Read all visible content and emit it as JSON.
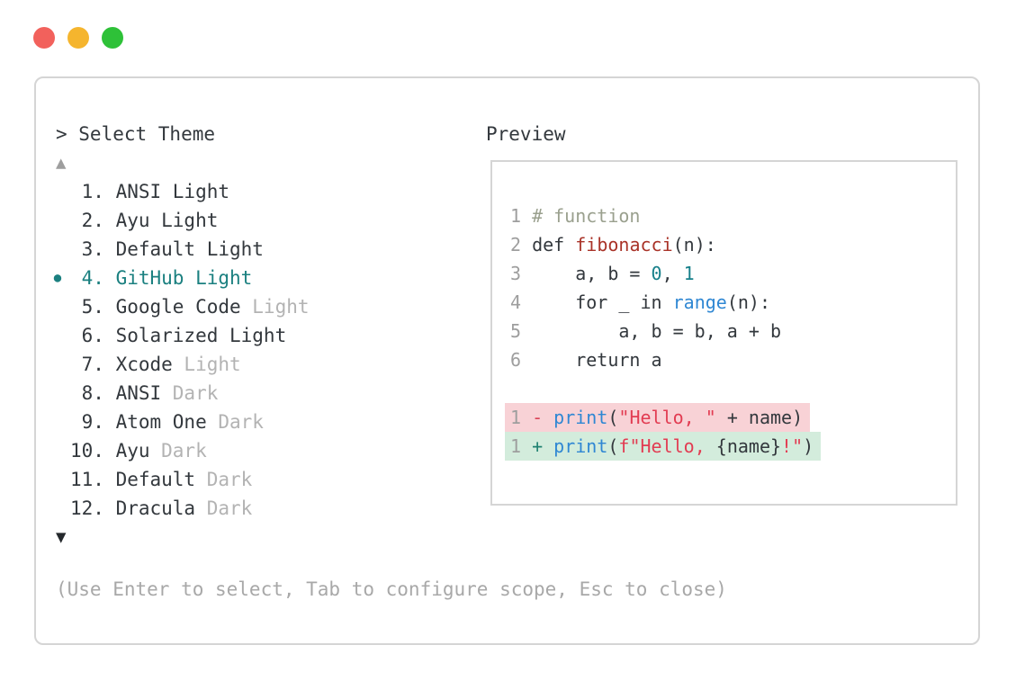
{
  "window": {
    "controls": [
      {
        "name": "close",
        "color": "#f2615c"
      },
      {
        "name": "minimize",
        "color": "#f5b52e"
      },
      {
        "name": "zoom",
        "color": "#2ec138"
      }
    ]
  },
  "theme_picker": {
    "prompt": "> Select Theme",
    "scroll_up": "▲",
    "scroll_down": "▼",
    "selected_marker": "●",
    "items": [
      {
        "number": "1.",
        "label": "ANSI Light",
        "suffix": "",
        "selected": false
      },
      {
        "number": "2.",
        "label": "Ayu Light",
        "suffix": "",
        "selected": false
      },
      {
        "number": "3.",
        "label": "Default Light",
        "suffix": "",
        "selected": false
      },
      {
        "number": "4.",
        "label": "GitHub Light",
        "suffix": "",
        "selected": true
      },
      {
        "number": "5.",
        "label": "Google Code",
        "suffix": " Light",
        "selected": false
      },
      {
        "number": "6.",
        "label": "Solarized Light",
        "suffix": "",
        "selected": false
      },
      {
        "number": "7.",
        "label": "Xcode",
        "suffix": " Light",
        "selected": false
      },
      {
        "number": "8.",
        "label": "ANSI",
        "suffix": " Dark",
        "selected": false
      },
      {
        "number": "9.",
        "label": "Atom One",
        "suffix": " Dark",
        "selected": false
      },
      {
        "number": "10.",
        "label": "Ayu",
        "suffix": " Dark",
        "selected": false
      },
      {
        "number": "11.",
        "label": "Default",
        "suffix": " Dark",
        "selected": false
      },
      {
        "number": "12.",
        "label": "Dracula",
        "suffix": " Dark",
        "selected": false
      }
    ]
  },
  "help_text": "(Use Enter to select, Tab to configure scope, Esc to close)",
  "preview": {
    "title": "Preview",
    "code_lines": [
      {
        "number": "1",
        "segments": [
          {
            "text": "# function",
            "type": "comment"
          }
        ]
      },
      {
        "number": "2",
        "segments": [
          {
            "text": "def ",
            "type": "code"
          },
          {
            "text": "fibonacci",
            "type": "function"
          },
          {
            "text": "(n):",
            "type": "code"
          }
        ]
      },
      {
        "number": "3",
        "segments": [
          {
            "text": "    a, b = ",
            "type": "code"
          },
          {
            "text": "0",
            "type": "number"
          },
          {
            "text": ", ",
            "type": "code"
          },
          {
            "text": "1",
            "type": "number"
          }
        ]
      },
      {
        "number": "4",
        "segments": [
          {
            "text": "    for _ in ",
            "type": "code"
          },
          {
            "text": "range",
            "type": "builtin"
          },
          {
            "text": "(n):",
            "type": "code"
          }
        ]
      },
      {
        "number": "5",
        "segments": [
          {
            "text": "        a, b = b, a + b",
            "type": "code"
          }
        ]
      },
      {
        "number": "6",
        "segments": [
          {
            "text": "    return a",
            "type": "code"
          }
        ]
      }
    ],
    "diff_lines": [
      {
        "number": "1",
        "kind": "removed",
        "segments": [
          {
            "text": "- ",
            "type": "removed-sign"
          },
          {
            "text": "print",
            "type": "builtin"
          },
          {
            "text": "(",
            "type": "code"
          },
          {
            "text": "\"Hello, \"",
            "type": "string"
          },
          {
            "text": " + name)",
            "type": "code"
          }
        ]
      },
      {
        "number": "1",
        "kind": "added",
        "segments": [
          {
            "text": "+ ",
            "type": "added-sign"
          },
          {
            "text": "print",
            "type": "builtin"
          },
          {
            "text": "(",
            "type": "code"
          },
          {
            "text": "f\"Hello, ",
            "type": "string"
          },
          {
            "text": "{name}",
            "type": "code"
          },
          {
            "text": "!\"",
            "type": "string"
          },
          {
            "text": ")",
            "type": "code"
          }
        ]
      }
    ]
  },
  "colors": {
    "fg": "#33383d",
    "dim": "#b3b3b3",
    "faint": "#a8a8a8",
    "linenum": "#9e9e9e",
    "accent": "#1b8080",
    "border": "#d5d5d5",
    "comment": "#9aa08e",
    "func": "#a93328",
    "num": "#17808a",
    "builtin": "#2f87d3",
    "str": "#e23c52",
    "minus": "#d94356",
    "plus": "#1f8170",
    "removed_bg": "#f8d2d6",
    "added_bg": "#d3ecdc",
    "arrow_up": "#9e9e9e",
    "arrow_down": "#24282c"
  }
}
